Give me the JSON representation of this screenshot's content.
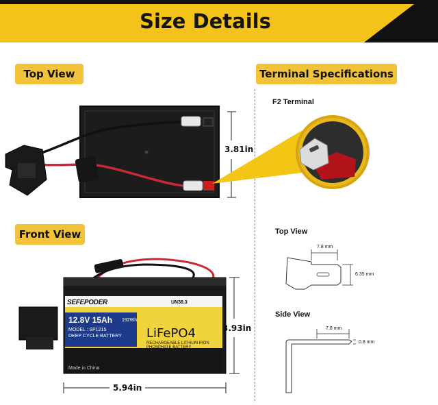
{
  "header": {
    "title": "Size Details"
  },
  "sections": {
    "top_view": "Top View",
    "front_view": "Front View",
    "terminal_specs": "Terminal Specifications"
  },
  "dimensions": {
    "top_height": "3.81in",
    "front_height": "3.93in",
    "front_width": "5.94in"
  },
  "terminal": {
    "name": "F2 Terminal",
    "top_view_label": "Top View",
    "side_view_label": "Side  View",
    "top_width": "7.8 mm",
    "top_height": "6.35 mm",
    "side_width": "7.8 mm",
    "side_thickness": "0.8 mm"
  },
  "battery_label": {
    "brand": "SEFEPODER",
    "cert": "UN38.3",
    "spec": "12.8V 15Ah",
    "wh": "192Wh",
    "model": "MODEL : SP1215",
    "type": "DEEP CYCLE BATTERY",
    "chemistry": "LiFePO4",
    "desc1": "RECHARGEABLE LITHIUM IRON",
    "desc2": "PHOSPHATE BATTERY",
    "origin": "Made in China"
  }
}
